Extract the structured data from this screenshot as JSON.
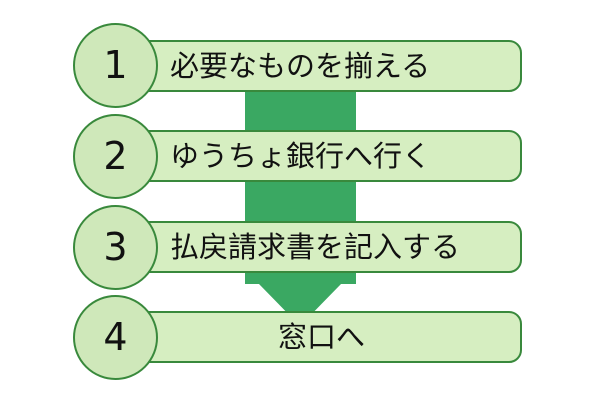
{
  "colors": {
    "arrow": "#3aa862",
    "bar_fill": "#d6eec1",
    "circle_fill": "#cfe8ba",
    "border": "#39893c",
    "text": "#111111"
  },
  "steps": [
    {
      "number": "1",
      "label": "必要なものを揃える"
    },
    {
      "number": "2",
      "label": "ゆうちょ銀行へ行く"
    },
    {
      "number": "3",
      "label": "払戻請求書を記入する"
    },
    {
      "number": "4",
      "label": "窓口へ"
    }
  ]
}
